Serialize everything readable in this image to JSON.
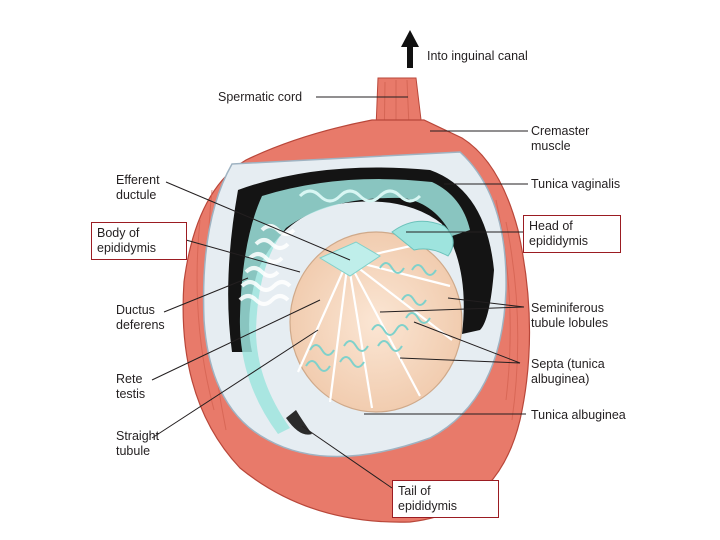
{
  "labels": {
    "into_inguinal_canal": "Into inguinal canal",
    "spermatic_cord": "Spermatic cord",
    "cremaster_muscle": "Cremaster\nmuscle",
    "tunica_vaginalis": "Tunica vaginalis",
    "efferent_ductule": "Efferent\nductule",
    "body_of_epididymis": "Body of\nepididymis",
    "head_of_epididymis": "Head of\nepididymis",
    "ductus_deferens": "Ductus\ndeferens",
    "seminiferous_tubule_lobules": "Seminiferous\ntubule lobules",
    "septa": "Septa (tunica\nalbuginea)",
    "rete_testis": "Rete\ntestis",
    "tunica_albuginea": "Tunica albuginea",
    "straight_tubule": "Straight\ntubule",
    "tail_of_epididymis": "Tail of epididymis"
  },
  "colors": {
    "outer_muscle": "#e87a6a",
    "muscle_dark": "#c85848",
    "tunica_vaginalis": "#e6edf2",
    "cavity_black": "#141414",
    "duct": "#9ee4de",
    "testis": "#f5d7bf",
    "highlight_box": "#9b1c22",
    "leader_line": "#231f20"
  }
}
